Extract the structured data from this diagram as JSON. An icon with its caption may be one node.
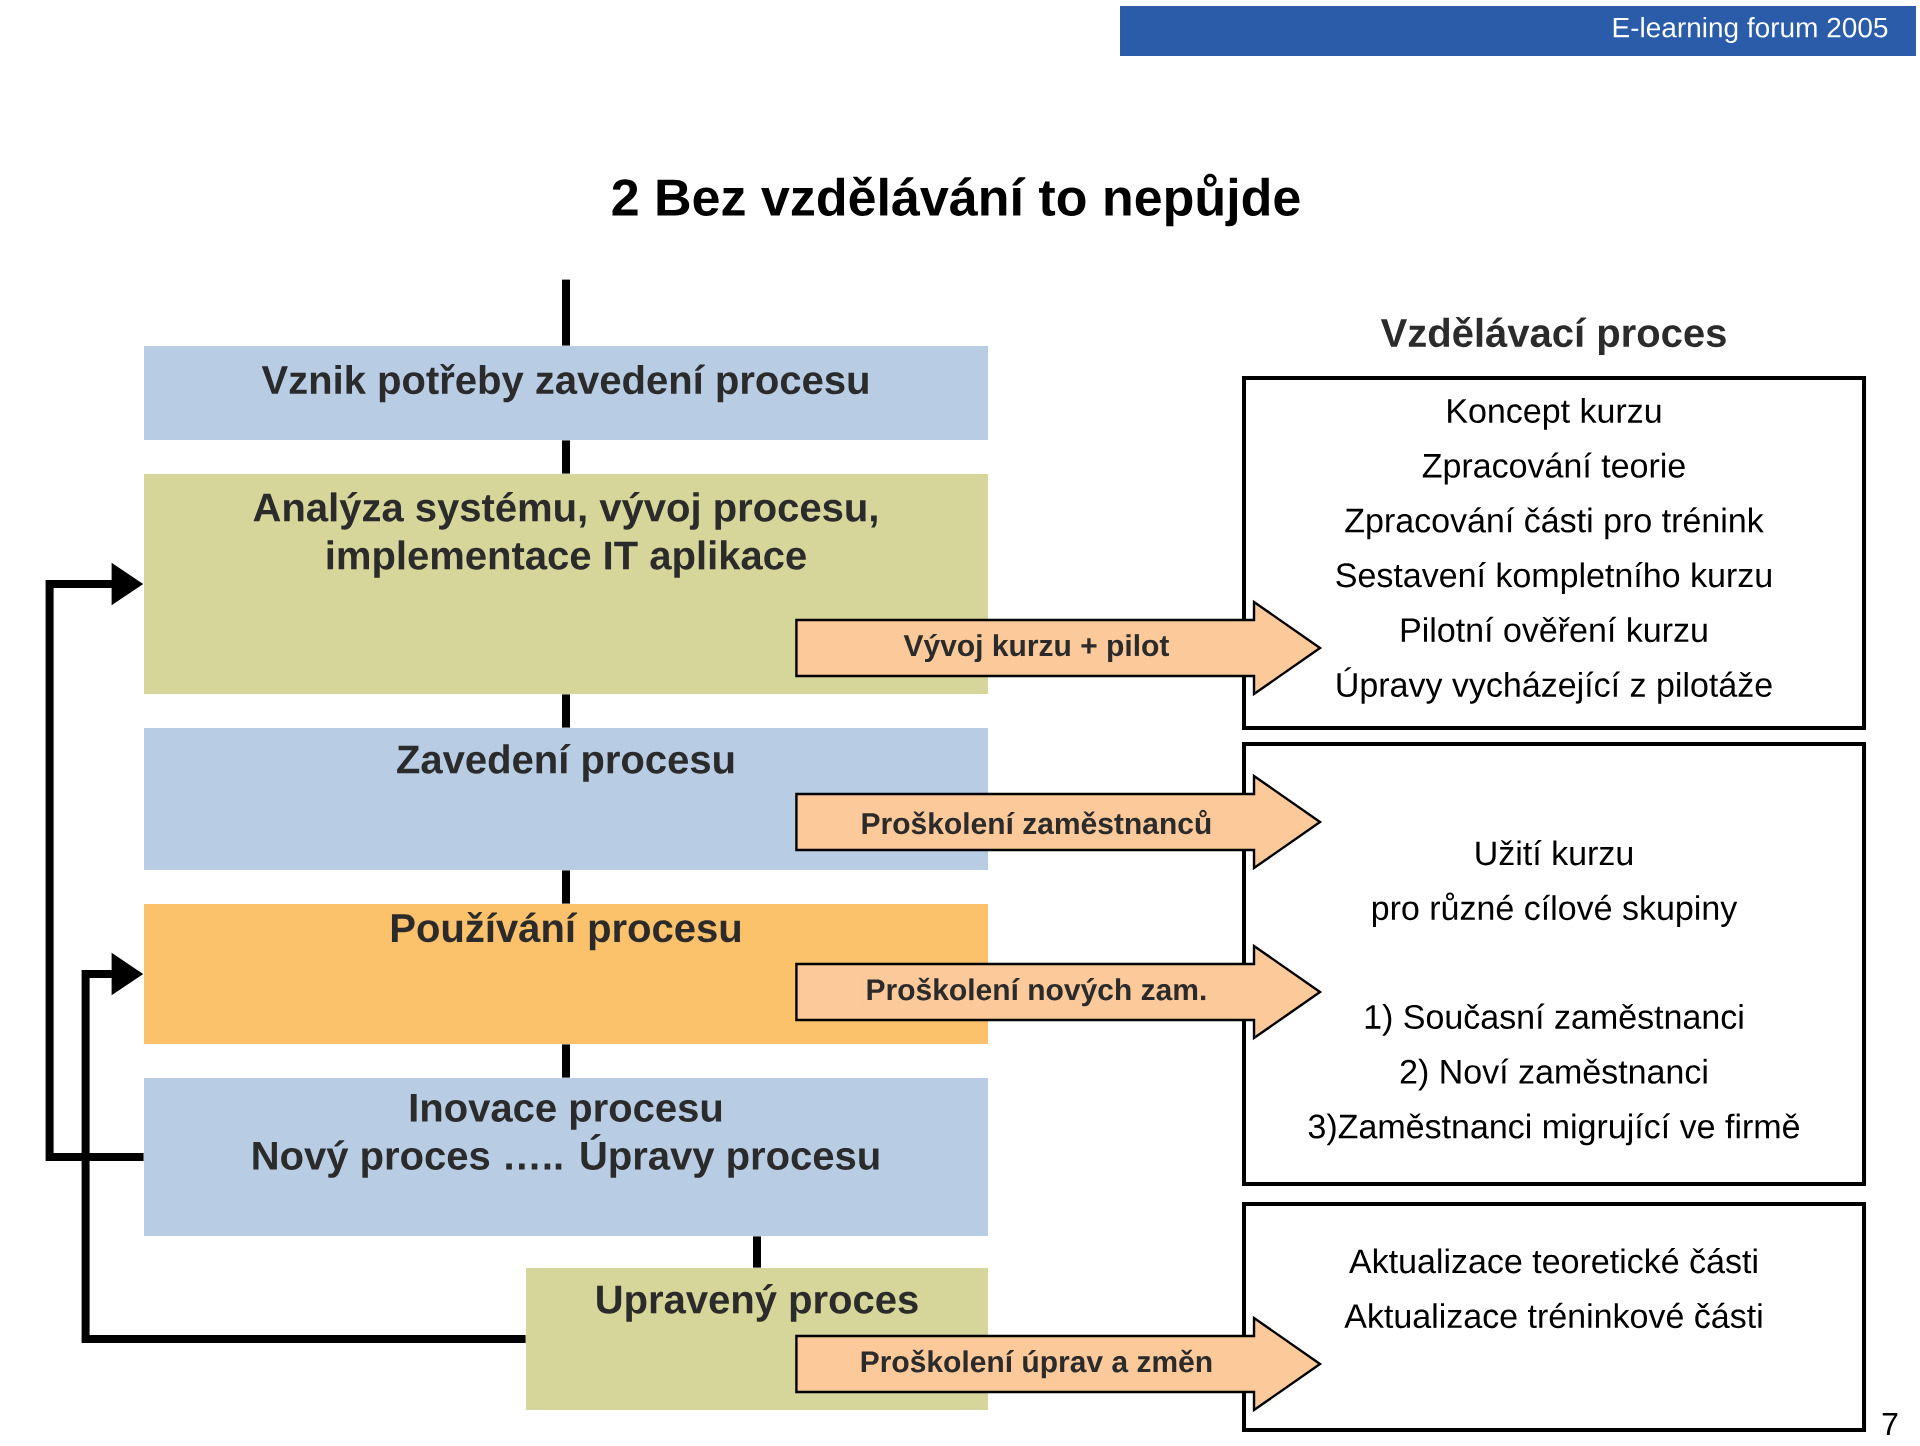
{
  "diagram": {
    "title": "2 Bez vzdělávání to nepůjde",
    "nodes": [
      {
        "text": [
          "Vznik potřeby zavedení procesu"
        ]
      },
      {
        "text": [
          "Analýza systému, vývoj procesu, implementace IT aplikace"
        ]
      },
      {
        "text": [
          "Zavedení procesu"
        ]
      },
      {
        "text": [
          "Používání procesu"
        ]
      },
      {
        "text": [
          "Inovace procesu",
          "Nový proces ….. Úpravy procesu"
        ]
      },
      {
        "text": [
          "Upravený proces"
        ]
      },
      {
        "text": [
          "Vzdělávací proces",
          "Koncept kurzu",
          "Zpracování teorie",
          "Zpracování části pro trénink",
          "Sestavení kompletního kurzu",
          "Pilotní ověření kurzu",
          "Úpravy vycházející z pilotáže"
        ]
      },
      {
        "text": [
          "Užití kurzu",
          "pro různé cílové skupiny",
          "1) Současní zaměstnanci",
          "2) Noví zaměstnanci",
          "3)Zaměstnanci migrující ve firmě"
        ]
      },
      {
        "text": [
          "Aktualizace teoretické části",
          "Aktualizace tréninkové části"
        ]
      }
    ],
    "edges": [
      {
        "from": null,
        "to": 0,
        "arrow": "none"
      },
      {
        "from": 0,
        "to": 1,
        "arrow": "none"
      },
      {
        "from": 1,
        "to": 2,
        "arrow": "none"
      },
      {
        "from": 2,
        "to": 3,
        "arrow": "none"
      },
      {
        "from": 3,
        "to": 4,
        "arrow": "none"
      },
      {
        "from": 4,
        "to": 5,
        "arrow": "none"
      },
      {
        "from": 4,
        "to": 1,
        "arrow": "to"
      },
      {
        "from": 5,
        "to": 3,
        "arrow": "to"
      },
      {
        "from": 1,
        "to": 6,
        "arrow": "to",
        "label": "Vývoj kurzu + pilot"
      },
      {
        "from": 2,
        "to": 7,
        "arrow": "to",
        "label": "Proškolení zaměstnanců"
      },
      {
        "from": 3,
        "to": 7,
        "arrow": "to",
        "label": "Proškolení nových zam."
      },
      {
        "from": 5,
        "to": 8,
        "arrow": "to",
        "label": "Proškolení úprav a změn"
      }
    ],
    "labels": [
      "E-learning forum 2005",
      "7"
    ]
  }
}
